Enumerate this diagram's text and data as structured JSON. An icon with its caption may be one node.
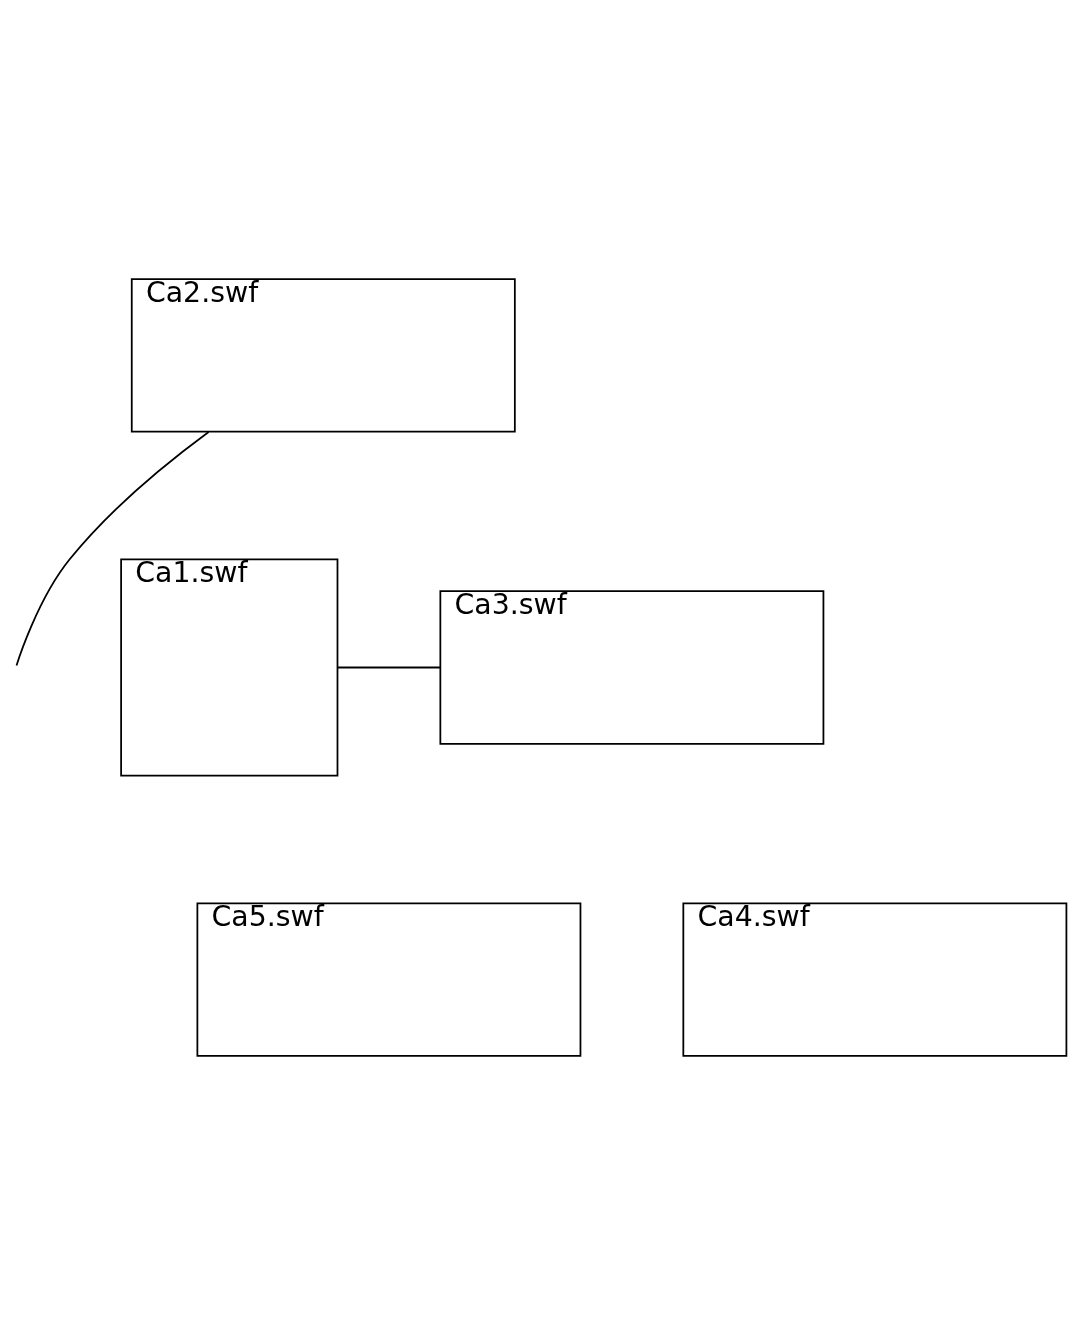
{
  "diagram": {
    "nodes": [
      {
        "text": [
          "Ca2.swf"
        ]
      },
      {
        "text": [
          "Ca1.swf"
        ]
      },
      {
        "text": [
          "Ca3.swf"
        ]
      },
      {
        "text": [
          "Ca5.swf"
        ]
      },
      {
        "text": [
          "Ca4.swf"
        ]
      }
    ],
    "edges": [
      {
        "from": 1,
        "to": 2,
        "arrow": "none"
      },
      {
        "from": 0,
        "to": null,
        "arrow": "none"
      }
    ]
  }
}
